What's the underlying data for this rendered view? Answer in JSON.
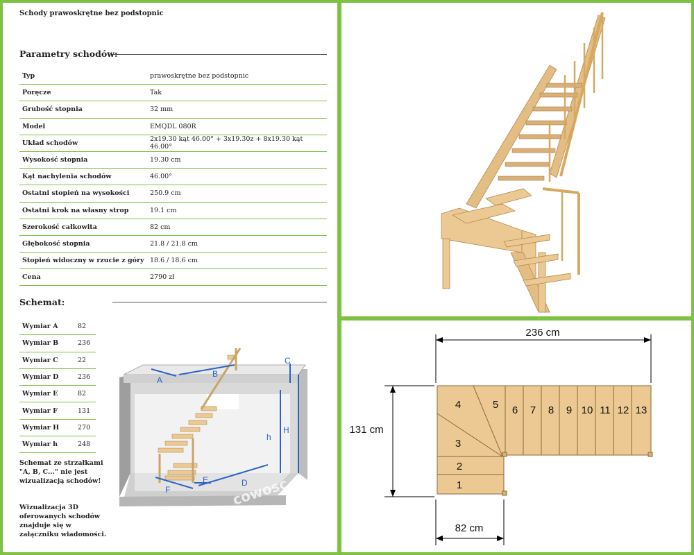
{
  "doc_title": "Schody prawoskrętne bez podstopnic",
  "params_heading": "Parametry schodów:",
  "params": [
    {
      "label": "Typ",
      "value": "prawoskrętne bez podstopnic"
    },
    {
      "label": "Poręcze",
      "value": "Tak"
    },
    {
      "label": "Grubość stopnia",
      "value": "32 mm"
    },
    {
      "label": "Model",
      "value": "EMQDL 080R"
    },
    {
      "label": "Układ schodów",
      "value": "2x19.30 kąt 46.00° + 3x19.30z + 8x19.30 kąt 46.00°"
    },
    {
      "label": "Wysokość stopnia",
      "value": "19.30 cm"
    },
    {
      "label": "Kąt nachylenia schodów",
      "value": "46.00°"
    },
    {
      "label": "Ostatni stopień na wysokości",
      "value": "250.9 cm"
    },
    {
      "label": "Ostatni krok na własny strop",
      "value": "19.1 cm"
    },
    {
      "label": "Szerokość całkowita",
      "value": "82 cm"
    },
    {
      "label": "Głębokość stopnia",
      "value": "21.8 / 21.8 cm"
    },
    {
      "label": "Stopień widoczny w rzucie z góry",
      "value": "18.6 / 18.6 cm"
    },
    {
      "label": "Cena",
      "value": "2790 zł"
    }
  ],
  "schemat_heading": "Schemat:",
  "dims": [
    {
      "label": "Wymiar A",
      "value": "82"
    },
    {
      "label": "Wymiar B",
      "value": "236"
    },
    {
      "label": "Wymiar C",
      "value": "22"
    },
    {
      "label": "Wymiar D",
      "value": "236"
    },
    {
      "label": "Wymiar E",
      "value": "82"
    },
    {
      "label": "Wymiar F",
      "value": "131"
    },
    {
      "label": "Wymiar H",
      "value": "270"
    },
    {
      "label": "Wymiar h",
      "value": "248"
    }
  ],
  "note1": "Schemat ze strzałkami \"A, B, C...\" nie jest wizualizacją schodów!",
  "note2": "Wizualizacja 3D oferowanych schodów znajduje się w załączniku wiadomości.",
  "schematic_letters": {
    "a": "A",
    "b": "B",
    "c": "C",
    "d": "D",
    "e": "E",
    "f": "F",
    "h_upper": "H",
    "h_lower": "h"
  },
  "watermark": "cowosc",
  "plan": {
    "width_label": "236 cm",
    "height_label": "131 cm",
    "bottom_label": "82 cm",
    "steps": [
      "1",
      "2",
      "3",
      "4",
      "5",
      "6",
      "7",
      "8",
      "9",
      "10",
      "11",
      "12",
      "13"
    ]
  },
  "colors": {
    "accent": "#7dc242",
    "arrow": "#2b63c9",
    "wood": "#ecc892",
    "wood_dark": "#c9a46a"
  }
}
